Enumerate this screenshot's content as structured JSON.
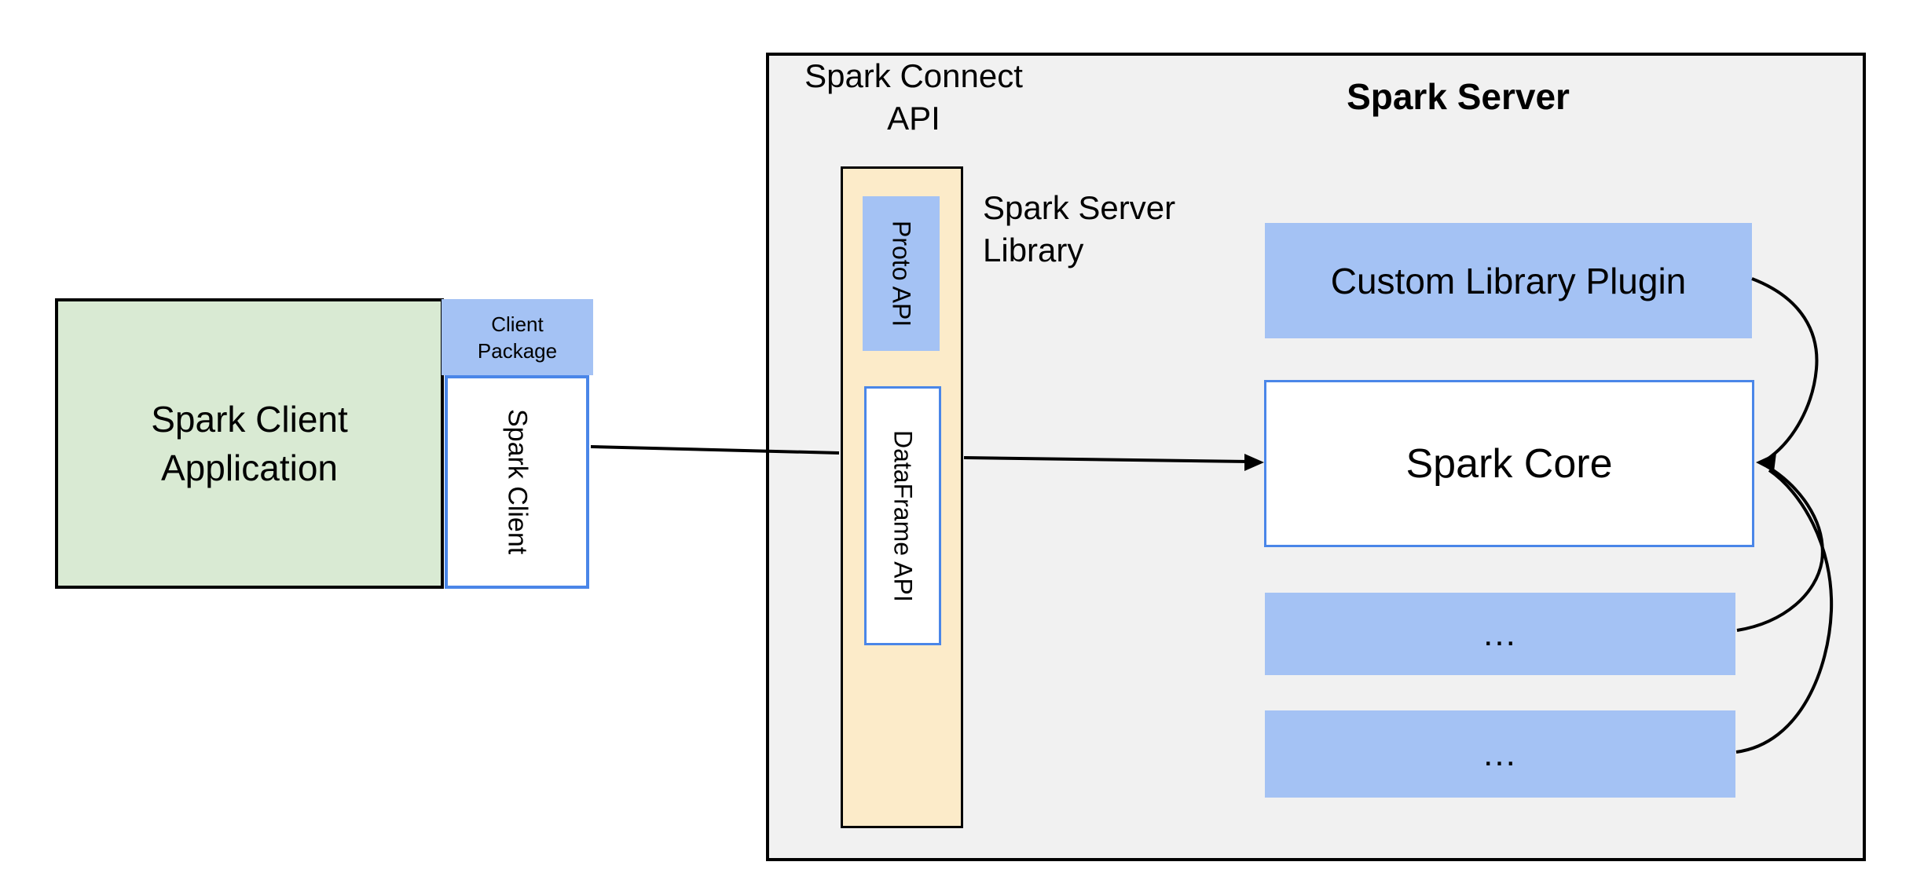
{
  "colors": {
    "container_gray": "#F1F1F1",
    "client_green": "#D9EAD3",
    "accent_blue_fill": "#A4C2F4",
    "accent_blue_border": "#4A86E8",
    "cream_yellow": "#FCEBC9",
    "line_black": "#000000"
  },
  "client": {
    "app_label_line1": "Spark Client",
    "app_label_line2": "Application",
    "package_label_line1": "Client",
    "package_label_line2": "Package",
    "spark_client_label": "Spark Client"
  },
  "connect_api": {
    "title_line1": "Spark Connect",
    "title_line2": "API",
    "proto_api_label": "Proto API",
    "dataframe_api_label": "DataFrame API",
    "server_library_line1": "Spark Server",
    "server_library_line2": "Library"
  },
  "server": {
    "title": "Spark Server",
    "plugin_label": "Custom Library Plugin",
    "core_label": "Spark Core",
    "ellipsis_box_1": "...",
    "ellipsis_box_2": "..."
  }
}
